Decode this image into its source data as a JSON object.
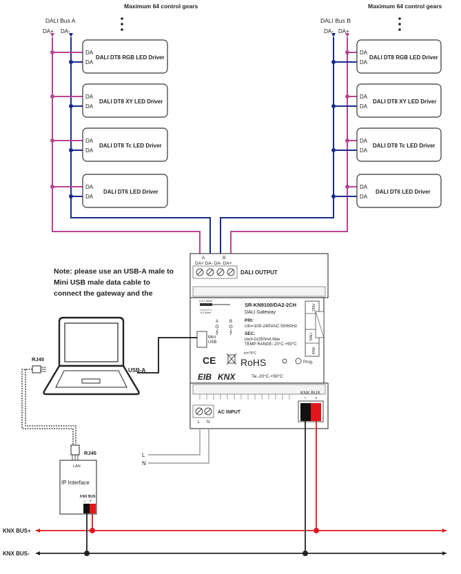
{
  "bus_a": {
    "max_label": "Maximum 64 control gears",
    "title": "DALI Bus A",
    "plus": "DA+",
    "minus": "DA-",
    "drivers": [
      "DALI DT8 RGB LED Driver",
      "DALI DT8 XY LED Driver",
      "DALI DT8 Tc LED Driver",
      "DALI DT6 LED Driver"
    ]
  },
  "bus_b": {
    "max_label": "Maximum 64 control gears",
    "title": "DALI Bus B",
    "minus": "DA-",
    "plus": "DA+",
    "drivers": [
      "DALI DT8 RGB LED Driver",
      "DALI DT8 XY LED Driver",
      "DALI DT8 Tc LED Driver",
      "DALI DT6 LED Driver"
    ]
  },
  "driver_terminal": "DA",
  "note": {
    "line1": "Note: please use an USB-A male to",
    "line2": "Mini USB male data cable to",
    "line3": "connect the gateway and the"
  },
  "gateway": {
    "label_a": "A",
    "label_b": "B",
    "terminals": "DA+ DA- DA- DA+",
    "dali_output": "DALI OUTPUT",
    "model": "SR-KN9100/DA2-2CH",
    "subtitle": "DALI Gateway",
    "pri": "PRI:",
    "uin": "Uin=100-240VAC  50/60Hz",
    "sec": "SEC:",
    "iout": "Iout=2x250mA Max",
    "temp": "TEMP RANGE:-20°C-+50°C",
    "strip": "6.2-8mm",
    "strip2": "0.5-2.5mm²",
    "led_a": "A",
    "led_b": "B",
    "mini_usb_1": "Mini",
    "mini_usb_2": "USB",
    "tc": "tc=75°C",
    "ce": "CE",
    "rohs": "RoHS",
    "prog": "Prog.",
    "eib": "EIB",
    "knx": "KNX",
    "ta": "Ta:-20°C-+50°C",
    "side_1": "230V",
    "side_2": "DALI",
    "side_3": "KNX",
    "knx_bus": "KNX BUS",
    "knx_minus": "−",
    "knx_plus": "+",
    "ac_input": "AC INPUT",
    "l": "L",
    "n": "N"
  },
  "laptop": {
    "usb_a": "USB-A"
  },
  "rj45_top": "RJ45",
  "rj45_bottom": "RJ45",
  "ip_interface": {
    "lan": "LAN",
    "title": "IP Interface",
    "knx_bus": "KNX BUS",
    "minus": "−",
    "plus": "+"
  },
  "mains": {
    "l": "L",
    "n": "N"
  },
  "knx_bus_plus": "KNX BUS+",
  "knx_bus_minus": "KNX BUS-",
  "colors": {
    "dali_plus": "#b5448f",
    "dali_minus": "#1a2a8c",
    "knx_plus": "#e0161c",
    "knx_minus": "#222222",
    "mains": "#9a9a9a"
  }
}
